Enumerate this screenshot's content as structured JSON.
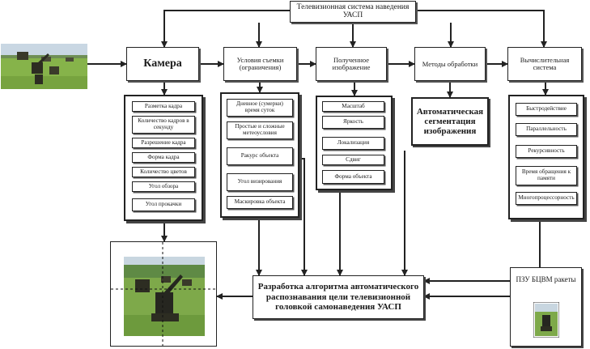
{
  "top_box": {
    "label": "Телевизионная система наведения УАСП"
  },
  "heads": {
    "camera": "Камера",
    "conditions": "Условия съемки (ограничения)",
    "image": "Полученное изображение",
    "methods": "Методы обработки",
    "computing": "Вычислительная система"
  },
  "camera_items": [
    "Разметка кадра",
    "Количество кадров в секунду",
    "Разрешение кадра",
    "Форма кадра",
    "Количество цветов",
    "Угол обзора",
    "Угол прокачки"
  ],
  "conditions_items": [
    "Дневное (сумерки) время суток",
    "Простые и сложные метеоусловия",
    "Ракурс объекта",
    "Угол визирования",
    "Маскировка объекта"
  ],
  "image_items": [
    "Масштаб",
    "Яркость",
    "Локализация",
    "Сдвиг",
    "Форма объекта"
  ],
  "methods_items": [
    "Автоматическая сегментация изображения"
  ],
  "computing_items": [
    "Быстродействие",
    "Параллельность",
    "Рекурсивность",
    "Время обращения к памяти",
    "Многопроцессорность"
  ],
  "algo_box": {
    "label": "Разработка алгоритма автоматического распознавания цели телевизионной головкой самонаведения УАСП"
  },
  "pzu_box": {
    "label": "ПЗУ БЦВМ ракеты"
  }
}
